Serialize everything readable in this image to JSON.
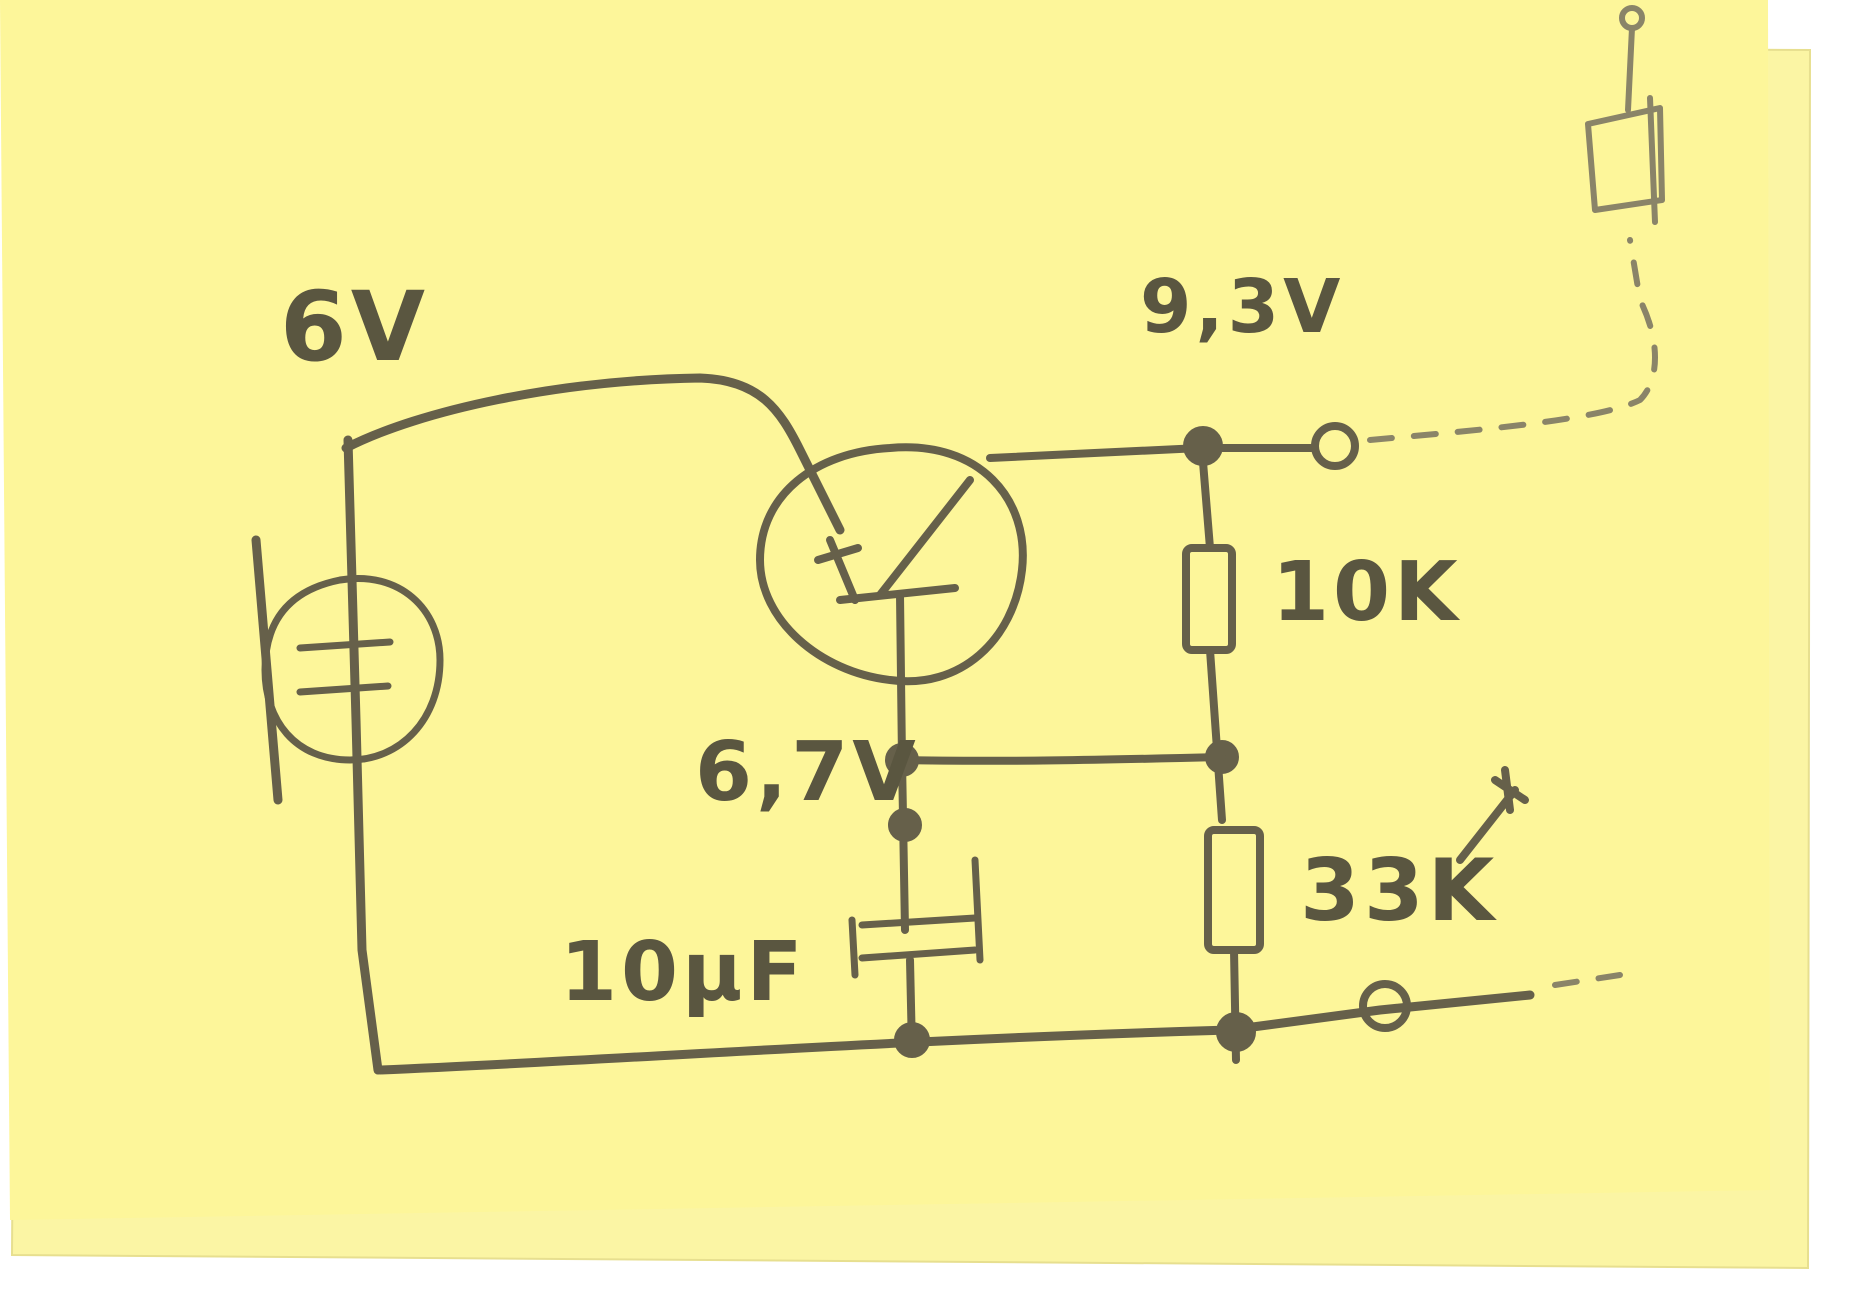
{
  "colors": {
    "note_front": "#fdf69a",
    "note_back": "#fbf5a4",
    "pencil": "#66604a",
    "pencil_light": "#8a8468",
    "background": "#ffffff"
  },
  "labels": {
    "battery_voltage": "6V",
    "output_voltage": "9,3V",
    "emitter_voltage": "6,7V",
    "resistor_top": "10K",
    "resistor_bottom": "33K",
    "capacitor": "10µF"
  }
}
